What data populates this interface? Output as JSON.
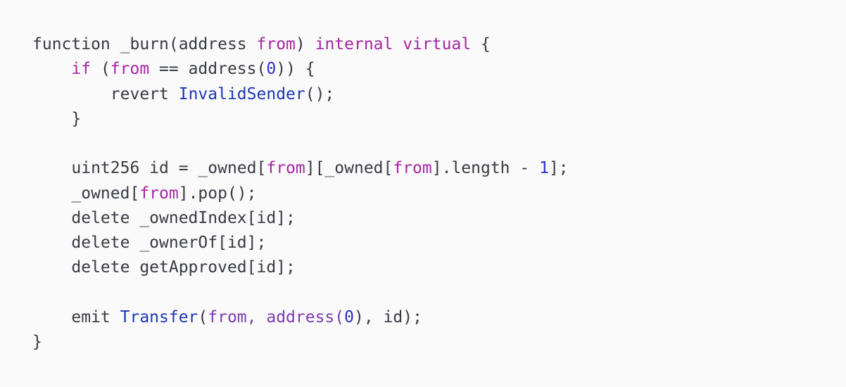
{
  "colors": {
    "background": "#fafafa",
    "plain": "#383a42",
    "keyword": "#a626a4",
    "number": "#2f2fc8",
    "function": "#1c37b8",
    "event_args": "#7b3cb0"
  },
  "code_block": {
    "language": "solidity",
    "lines": [
      [
        {
          "text": "function _burn(address ",
          "kind": "plain"
        },
        {
          "text": "from",
          "kind": "keyword"
        },
        {
          "text": ") ",
          "kind": "plain"
        },
        {
          "text": "internal",
          "kind": "keyword"
        },
        {
          "text": " ",
          "kind": "plain"
        },
        {
          "text": "virtual",
          "kind": "keyword"
        },
        {
          "text": " {",
          "kind": "plain"
        }
      ],
      [
        {
          "text": "    ",
          "kind": "plain"
        },
        {
          "text": "if",
          "kind": "keyword"
        },
        {
          "text": " (",
          "kind": "plain"
        },
        {
          "text": "from",
          "kind": "keyword"
        },
        {
          "text": " == address(",
          "kind": "plain"
        },
        {
          "text": "0",
          "kind": "number"
        },
        {
          "text": ")) {",
          "kind": "plain"
        }
      ],
      [
        {
          "text": "        revert ",
          "kind": "plain"
        },
        {
          "text": "InvalidSender",
          "kind": "function"
        },
        {
          "text": "();",
          "kind": "plain"
        }
      ],
      [
        {
          "text": "    }",
          "kind": "plain"
        }
      ],
      [],
      [
        {
          "text": "    uint256 id = _owned[",
          "kind": "plain"
        },
        {
          "text": "from",
          "kind": "keyword"
        },
        {
          "text": "][_owned[",
          "kind": "plain"
        },
        {
          "text": "from",
          "kind": "keyword"
        },
        {
          "text": "].length - ",
          "kind": "plain"
        },
        {
          "text": "1",
          "kind": "number"
        },
        {
          "text": "];",
          "kind": "plain"
        }
      ],
      [
        {
          "text": "    _owned[",
          "kind": "plain"
        },
        {
          "text": "from",
          "kind": "keyword"
        },
        {
          "text": "].pop();",
          "kind": "plain"
        }
      ],
      [
        {
          "text": "    delete _ownedIndex[id];",
          "kind": "plain"
        }
      ],
      [
        {
          "text": "    delete _ownerOf[id];",
          "kind": "plain"
        }
      ],
      [
        {
          "text": "    delete getApproved[id];",
          "kind": "plain"
        }
      ],
      [],
      [
        {
          "text": "    emit ",
          "kind": "plain"
        },
        {
          "text": "Transfer",
          "kind": "function"
        },
        {
          "text": "(",
          "kind": "plain"
        },
        {
          "text": "from, address(",
          "kind": "event_args"
        },
        {
          "text": "0",
          "kind": "number"
        },
        {
          "text": "), id);",
          "kind": "plain"
        }
      ],
      [
        {
          "text": "}",
          "kind": "plain"
        }
      ]
    ]
  }
}
